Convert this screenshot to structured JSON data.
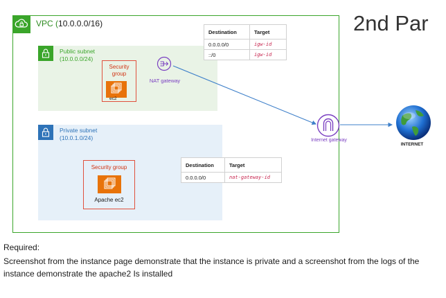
{
  "slide": {
    "title": "2nd Par",
    "required_heading": "Required:",
    "required_text": "Screenshot from the instance page demonstrate that the instance is private and a screenshot from the logs of the instance demonstrate the apache2 Is installed"
  },
  "vpc": {
    "name": "VPC (",
    "cidr": "10.0.0.0/16",
    "close": ")",
    "color": "#3aa52a",
    "icon": "cloud-icon"
  },
  "public_subnet": {
    "name": "Public subnet",
    "cidr": "(10.0.0.0/24)",
    "color": "#3aa52a",
    "icon": "lock-icon"
  },
  "private_subnet": {
    "name": "Private subnet",
    "cidr": "(10.0.1.0/24)",
    "color": "#2e73b8",
    "icon": "lock-icon"
  },
  "public_sg": {
    "label": "Security group",
    "instance_label": "ec2"
  },
  "private_sg": {
    "label": "Security group",
    "instance_label": "Apache ec2"
  },
  "nat": {
    "label": "NAT gateway",
    "icon": "nat-gateway-icon"
  },
  "igw": {
    "label": "Internet gateway",
    "icon": "internet-gateway-icon"
  },
  "internet": {
    "label": "INTERNET",
    "icon": "globe-icon"
  },
  "public_route_table": {
    "headers": [
      "Destination",
      "Target"
    ],
    "rows": [
      {
        "destination": "0.0.0.0/0",
        "target": "igw-id"
      },
      {
        "destination": "::/0",
        "target": "igw-id"
      }
    ]
  },
  "private_route_table": {
    "headers": [
      "Destination",
      "Target"
    ],
    "rows": [
      {
        "destination": "0.0.0.0/0",
        "target": "nat-gateway-id"
      }
    ]
  }
}
